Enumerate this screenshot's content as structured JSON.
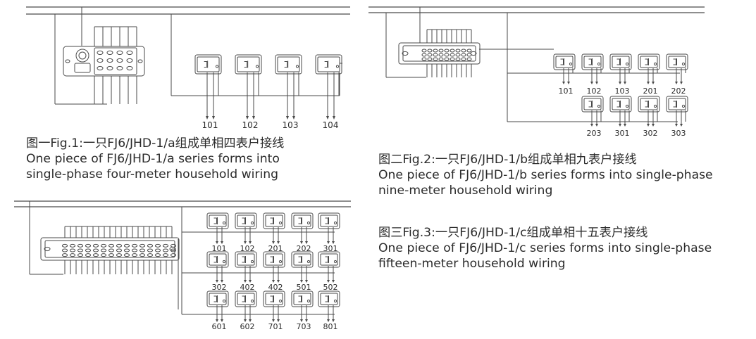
{
  "figure1": {
    "caption_title": "图一Fig.1:一只FJ6/JHD-1/a组成单相四表户接线",
    "caption_line2": "One piece of FJ6/JHD-1/a series forms into",
    "caption_line3": "single-phase four-meter household wiring",
    "meter_labels": [
      "101",
      "102",
      "103",
      "104"
    ]
  },
  "figure2": {
    "caption_title": "图二Fig.2:一只FJ6/JHD-1/b组成单相九表户接线",
    "caption_line2": "One piece of FJ6/JHD-1/b series forms into single-phase",
    "caption_line3": "nine-meter household wiring",
    "meter_labels_row1": [
      "101",
      "102",
      "103",
      "201",
      "202"
    ],
    "meter_labels_row2": [
      "203",
      "301",
      "302",
      "303"
    ]
  },
  "figure3": {
    "caption_title": "图三Fig.3:一只FJ6/JHD-1/c组成单相十五表户接线",
    "caption_line2": "One piece of FJ6/JHD-1/c series forms into single-phase",
    "caption_line3": "fifteen-meter household wiring",
    "meter_labels_row1": [
      "101",
      "102",
      "201",
      "202",
      "301"
    ],
    "meter_labels_row2": [
      "302",
      "402",
      "402",
      "501",
      "502"
    ],
    "meter_labels_row3": [
      "601",
      "602",
      "701",
      "703",
      "801"
    ]
  }
}
